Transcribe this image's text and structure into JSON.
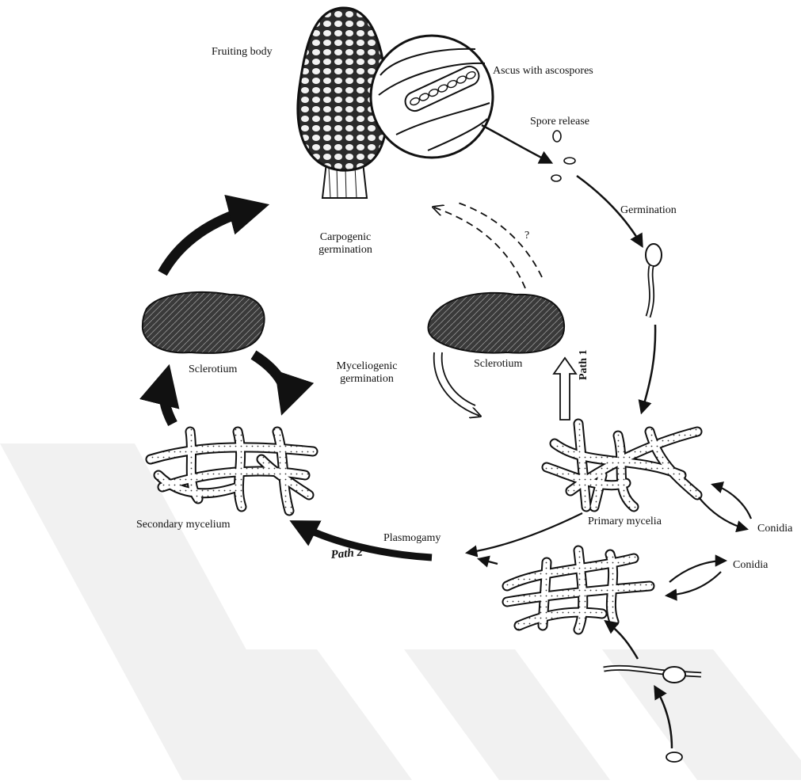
{
  "labels": {
    "fruiting_body": "Fruiting body",
    "ascus": "Ascus with ascospores",
    "spore_release": "Spore release",
    "germination": "Germination",
    "carpogenic_1": "Carpogenic",
    "carpogenic_2": "germination",
    "question": "?",
    "sclerotium_left": "Sclerotium",
    "sclerotium_center": "Sclerotium",
    "myceliogenic_1": "Myceliogenic",
    "myceliogenic_2": "germination",
    "path1": "Path 1",
    "path2": "Path 2",
    "plasmogamy": "Plasmogamy",
    "secondary_mycelium": "Secondary mycelium",
    "primary_mycelia": "Primary mycelia",
    "conidia_upper": "Conidia",
    "conidia_lower": "Conidia"
  },
  "colors": {
    "ink": "#111111",
    "watermark": "#f1f1f1",
    "background": "#ffffff"
  }
}
